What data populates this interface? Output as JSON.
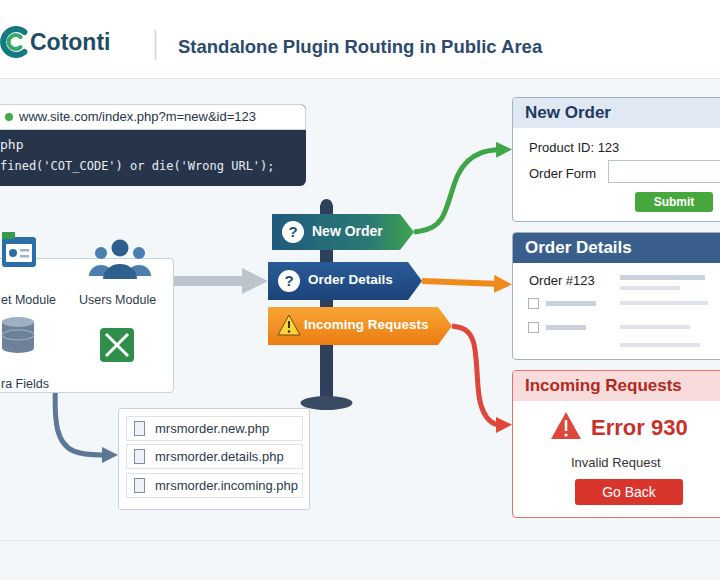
{
  "diagram": {
    "title": "Standalone Plugin Routing in Public Area",
    "nodes": [
      {
        "text": [
          "php",
          "fined('COT_CODE') or die('Wrong URL');"
        ]
      },
      {
        "text": [
          "www.site.com/index.php?m=new&id=123"
        ],
        "in": 0
      },
      {
        "text": [
          "et Module",
          "Users Module",
          "ra Fields"
        ]
      },
      {
        "text": [
          "mrsmorder.new.php",
          "mrsmorder.details.php",
          "mrsmorder.incoming.php"
        ]
      },
      {
        "text": [
          "?",
          "New Order"
        ]
      },
      {
        "text": [
          "?",
          "Order Details"
        ]
      },
      {
        "text": [
          "Incoming Requests"
        ]
      },
      {
        "text": [
          "New Order",
          "Product ID: 123",
          "Order Form"
        ]
      },
      {
        "text": [
          "Submit"
        ],
        "in": 7
      },
      {
        "text": [
          "Order Details",
          "Order #123"
        ]
      },
      {
        "text": [
          "Incoming Requests",
          "Error 930",
          "Invalid Request"
        ]
      },
      {
        "text": [
          "Go Back"
        ],
        "in": 10
      }
    ],
    "edges": [
      {
        "from": 2,
        "to": 5,
        "arrow": "to"
      },
      {
        "from": 2,
        "to": 3,
        "arrow": "to"
      },
      {
        "from": 4,
        "to": 7,
        "arrow": "to"
      },
      {
        "from": 5,
        "to": 9,
        "arrow": "to"
      },
      {
        "from": 6,
        "to": 10,
        "arrow": "to"
      }
    ],
    "labels": [
      "Cotonti"
    ]
  }
}
